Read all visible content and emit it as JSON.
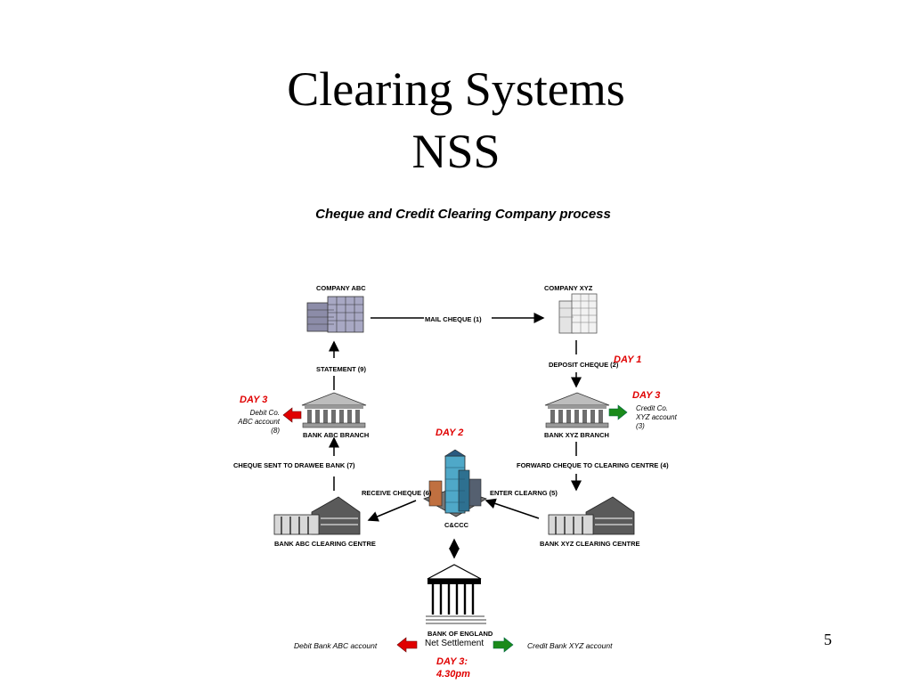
{
  "slide": {
    "title_line1": "Clearing Systems",
    "title_line2": "NSS",
    "subtitle": "Cheque and Credit Clearing Company process",
    "page_number": "5"
  },
  "nodes": {
    "company_abc": "COMPANY ABC",
    "company_xyz": "COMPANY XYZ",
    "bank_abc_branch": "BANK ABC BRANCH",
    "bank_xyz_branch": "BANK XYZ BRANCH",
    "bank_abc_clearing": "BANK ABC CLEARING CENTRE",
    "bank_xyz_clearing": "BANK XYZ CLEARING CENTRE",
    "cccc": "C&CCC",
    "bank_of_england": "BANK OF ENGLAND"
  },
  "flows": {
    "mail_cheque": "MAIL CHEQUE (1)",
    "deposit_cheque": "DEPOSIT CHEQUE (2)",
    "forward_cheque": "FORWARD CHEQUE TO CLEARING CENTRE (4)",
    "enter_clearing": "ENTER CLEARNG (5)",
    "receive_cheque": "RECEIVE CHEQUE (6)",
    "cheque_sent": "CHEQUE SENT TO DRAWEE BANK (7)",
    "statement": "STATEMENT (9)"
  },
  "days": {
    "day1": "DAY 1",
    "day2": "DAY 2",
    "day3_left": "DAY 3",
    "day3_right": "DAY 3",
    "day3_settlement": "DAY 3:",
    "settlement_time": "4.30pm"
  },
  "accounts": {
    "debit_abc_line1": "Debit  Co.",
    "debit_abc_line2": "ABC account",
    "debit_abc_line3": "(8)",
    "credit_xyz_line1": "Credit  Co.",
    "credit_xyz_line2": "XYZ account",
    "credit_xyz_line3": "(3)",
    "net_settlement": "Net Settlement",
    "debit_bank_abc": "Debit Bank ABC account",
    "credit_bank_xyz": "Credit  Bank XYZ account"
  },
  "colors": {
    "day_red": "#e00000",
    "debit_arrow": "#e00000",
    "credit_arrow": "#1a8a1a"
  },
  "icons": [
    "office-building-icon",
    "tower-building-icon",
    "bank-icon",
    "clearing-centre-icon",
    "skyscraper-icon",
    "bank-of-england-icon",
    "arrow-left-icon",
    "arrow-right-icon"
  ]
}
